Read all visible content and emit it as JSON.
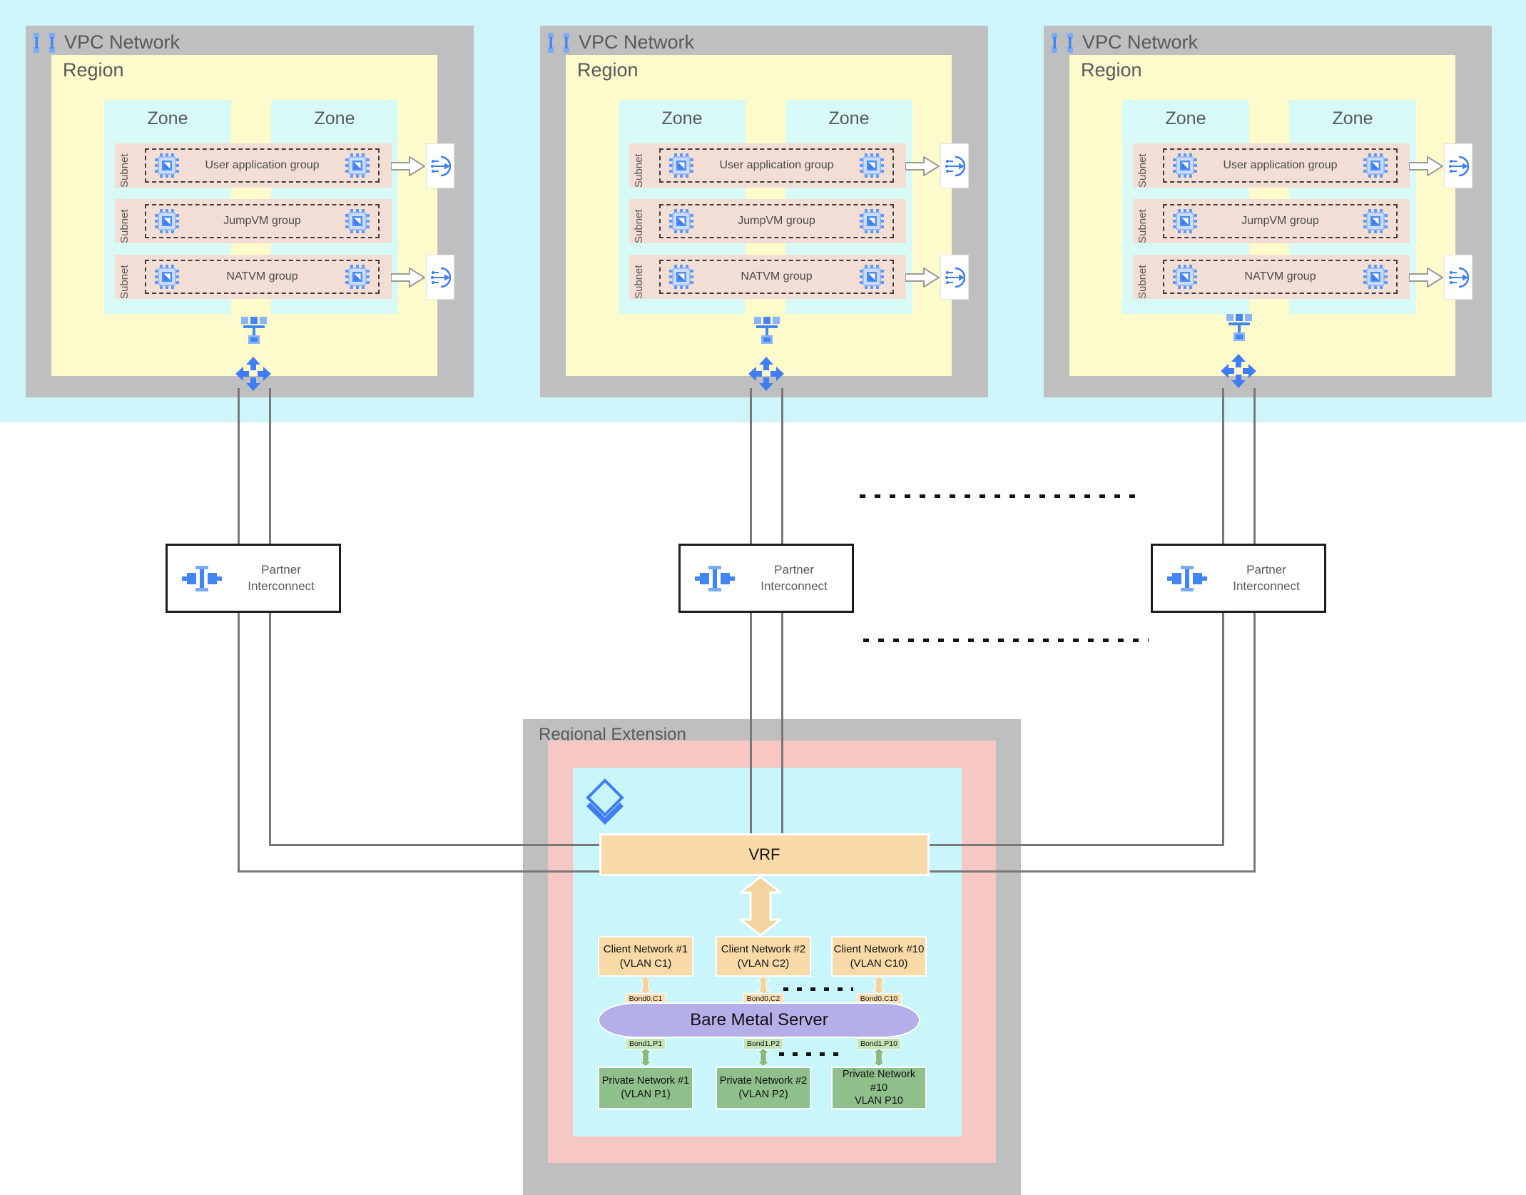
{
  "palette": {
    "accent_blue": "#4285F4",
    "light_blue": "#7BAAF7",
    "band_cyan": "#CDF5FA",
    "box_gray": "#BFBFBF",
    "region_yellow": "#FDFACC",
    "zone_cyan": "#D7FAF7",
    "subnet_pink": "#F3DED5",
    "ext_pink": "#F7C7C4",
    "orange": "#F8DAA8",
    "server_purple": "#B4AEE9",
    "network_green": "#8FC08C"
  },
  "vpc_blocks": [
    {
      "title": "VPC Network",
      "region_label": "Region",
      "zones": [
        "Zone",
        "Zone"
      ],
      "subnets": [
        {
          "label": "Subnet",
          "group": "User application group"
        },
        {
          "label": "Subnet",
          "group": "JumpVM group"
        },
        {
          "label": "Subnet",
          "group": "NATVM group"
        }
      ]
    },
    {
      "title": "VPC Network",
      "region_label": "Region",
      "zones": [
        "Zone",
        "Zone"
      ],
      "subnets": [
        {
          "label": "Subnet",
          "group": "User application group"
        },
        {
          "label": "Subnet",
          "group": "JumpVM group"
        },
        {
          "label": "Subnet",
          "group": "NATVM group"
        }
      ]
    },
    {
      "title": "VPC Network",
      "region_label": "Region",
      "zones": [
        "Zone",
        "Zone"
      ],
      "subnets": [
        {
          "label": "Subnet",
          "group": "User application group"
        },
        {
          "label": "Subnet",
          "group": "JumpVM group"
        },
        {
          "label": "Subnet",
          "group": "NATVM group"
        }
      ]
    }
  ],
  "partner_interconnects": [
    {
      "label": "Partner Interconnect"
    },
    {
      "label": "Partner Interconnect"
    },
    {
      "label": "Partner Interconnect"
    }
  ],
  "regional_extension": {
    "title": "Regional Extension",
    "vrf_label": "VRF",
    "server_label": "Bare Metal Server",
    "client_networks": [
      {
        "name": "Client Network #1",
        "vlan": "(VLAN C1)",
        "bond": "Bond0.C1"
      },
      {
        "name": "Client Network #2",
        "vlan": "(VLAN C2)",
        "bond": "Bond0.C2"
      },
      {
        "name": "Client Network #10",
        "vlan": "(VLAN C10)",
        "bond": "Bond0.C10"
      }
    ],
    "private_networks": [
      {
        "name": "Private Network #1",
        "vlan": "(VLAN P1)",
        "bond": "Bond1.P1"
      },
      {
        "name": "Private Network #2",
        "vlan": "(VLAN P2)",
        "bond": "Bond1.P2"
      },
      {
        "name": "Private Network #10",
        "vlan": "VLAN P10",
        "bond": "Bond1.P10"
      }
    ]
  }
}
